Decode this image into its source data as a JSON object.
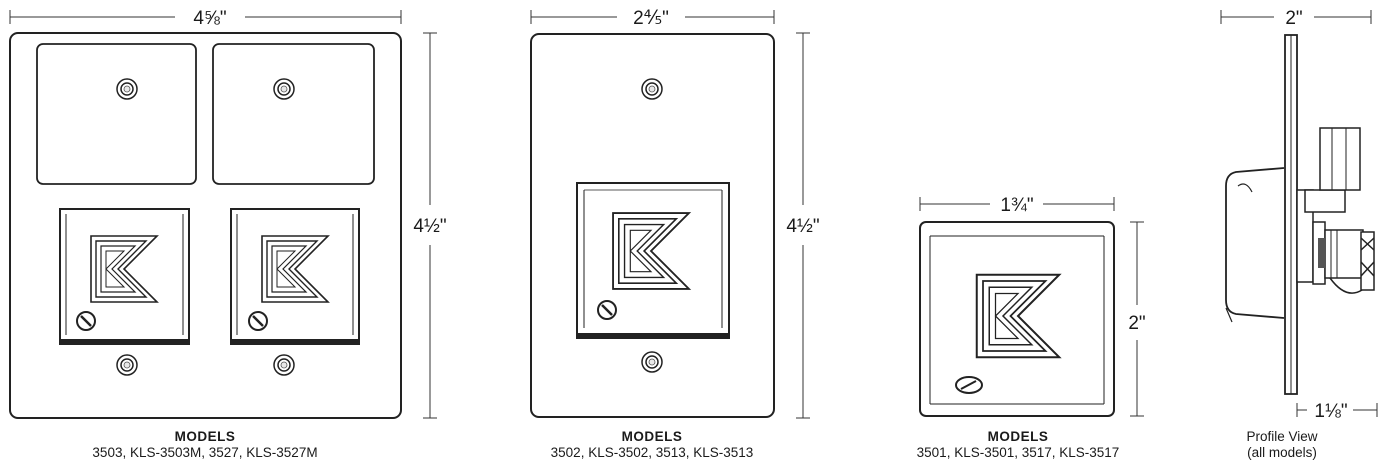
{
  "dimensions": {
    "panel1_width": "4⅝\"",
    "panel1_height": "4½\"",
    "panel2_width": "2⅘\"",
    "panel2_height": "4½\"",
    "panel3_width": "1¾\"",
    "panel3_height": "2\"",
    "profile_width": "2\"",
    "profile_depth": "1⅛\""
  },
  "captions": {
    "panel1": {
      "heading": "MODELS",
      "models": "3503, KLS-3503M, 3527, KLS-3527M"
    },
    "panel2": {
      "heading": "MODELS",
      "models": "3502, KLS-3502, 3513, KLS-3513"
    },
    "panel3": {
      "heading": "MODELS",
      "models": "3501, KLS-3501, 3517, KLS-3517"
    },
    "profile": {
      "line1": "Profile View",
      "line2": "(all models)"
    }
  }
}
